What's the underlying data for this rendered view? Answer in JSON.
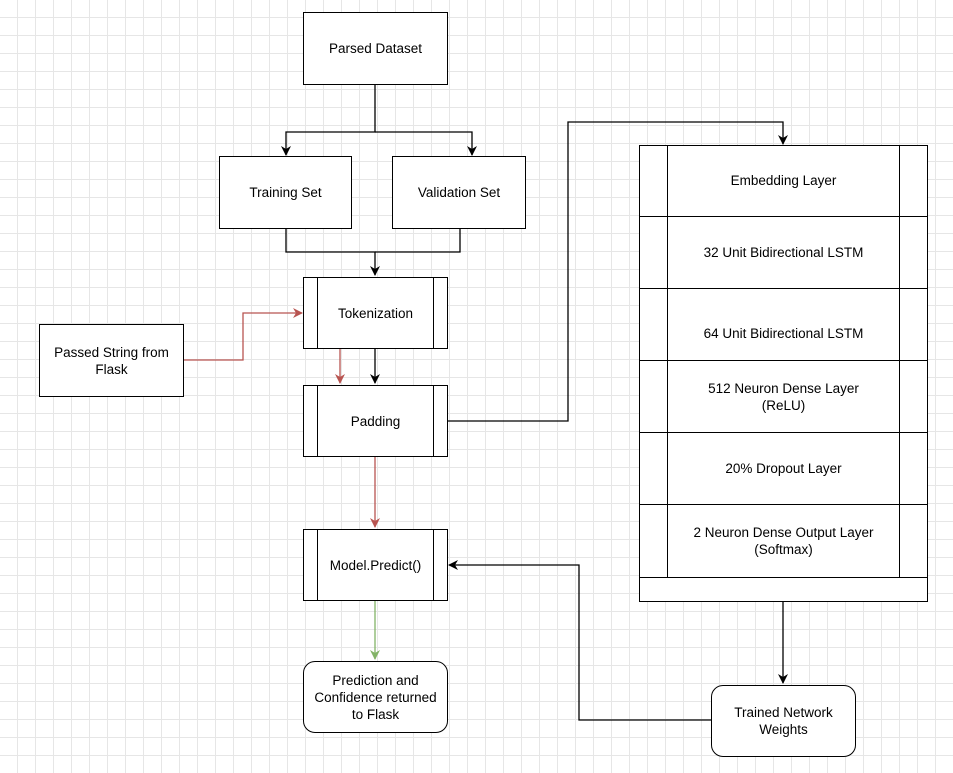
{
  "nodes": {
    "parsed_dataset": "Parsed Dataset",
    "training_set": "Training Set",
    "validation_set": "Validation Set",
    "tokenization": "Tokenization",
    "passed_string": "Passed String from\nFlask",
    "padding": "Padding",
    "model_predict": "Model.Predict()",
    "prediction": "Prediction and\nConfidence returned\nto Flask",
    "trained_weights": "Trained Network\nWeights"
  },
  "network_layers": [
    "Embedding Layer",
    "32 Unit Bidirectional LSTM",
    "64 Unit Bidirectional LSTM",
    "512 Neuron Dense Layer\n(ReLU)",
    "20% Dropout Layer",
    "2 Neuron Dense Output Layer\n(Softmax)"
  ],
  "colors": {
    "line_default": "#000000",
    "line_user_path": "#b85450",
    "line_output_path": "#82b366",
    "grid": "#e6e6e6"
  }
}
